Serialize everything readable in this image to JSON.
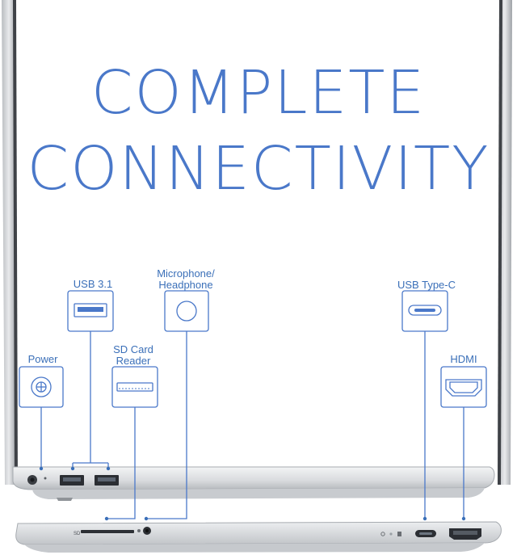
{
  "headline": {
    "line1": "COMPLETE",
    "line2": "CONNECTIVITY"
  },
  "ports": {
    "usb31": "USB 3.1",
    "mic_line1": "Microphone/",
    "mic_line2": "Headphone",
    "power": "Power",
    "sd_line1": "SD Card",
    "sd_line2": "Reader",
    "usbc": "USB Type-C",
    "hdmi": "HDMI"
  },
  "laptop_side_text": {
    "sd": "SD"
  },
  "colors": {
    "accent": "#4a78c9",
    "callout": "#3a6fb8",
    "chassis": "#d7d9dc"
  }
}
